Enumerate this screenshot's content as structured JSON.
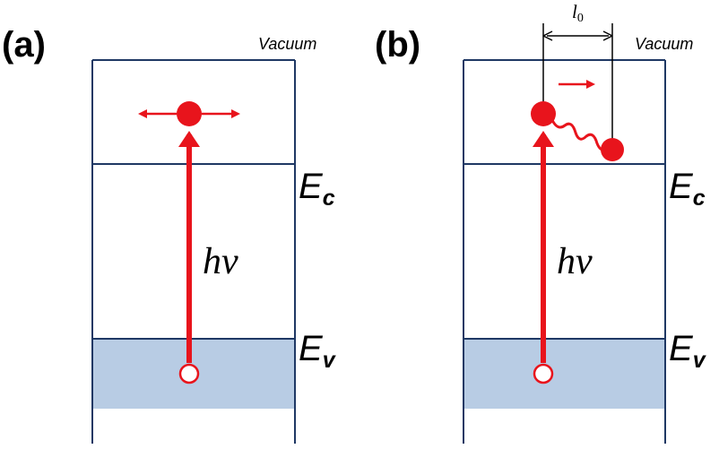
{
  "colors": {
    "band_edge": "#1f3864",
    "valence_fill": "#b8cce4",
    "electron": "#e8141c",
    "text": "#000000"
  },
  "panels": [
    {
      "label": "(a)",
      "vacuum_label": "Vacuum",
      "conduction_label": {
        "main": "E",
        "sub": "c"
      },
      "valence_label": {
        "main": "E",
        "sub": "v"
      },
      "photon_label": "hv"
    },
    {
      "label": "(b)",
      "vacuum_label": "Vacuum",
      "conduction_label": {
        "main": "E",
        "sub": "c"
      },
      "valence_label": {
        "main": "E",
        "sub": "v"
      },
      "photon_label": "hv",
      "distance_label": {
        "main": "l",
        "sub": "0"
      }
    }
  ]
}
